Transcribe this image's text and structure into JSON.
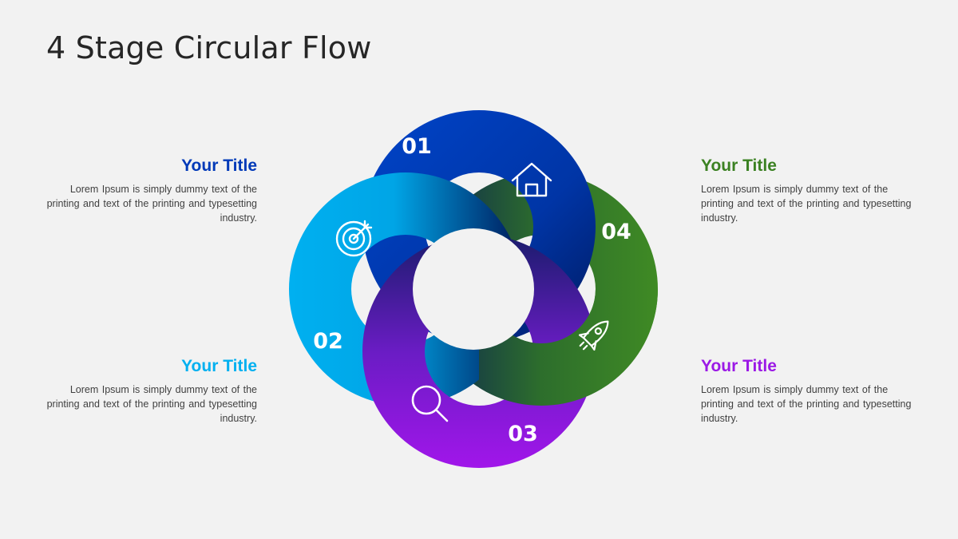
{
  "slide": {
    "title": "4 Stage Circular Flow"
  },
  "stages": [
    {
      "number": "01",
      "title": "Your Title",
      "description": "Lorem Ipsum is simply dummy text of the printing and text of the printing and typesetting industry.",
      "icon": "home-icon",
      "color": "#0039b8"
    },
    {
      "number": "02",
      "title": "Your Title",
      "description": "Lorem Ipsum is simply dummy text of the printing and text of the printing and typesetting industry.",
      "icon": "target-icon",
      "color": "#00b0f0"
    },
    {
      "number": "03",
      "title": "Your Title",
      "description": "Lorem Ipsum is simply dummy text of the printing and text of the printing and typesetting industry.",
      "icon": "search-icon",
      "color": "#9b19e6"
    },
    {
      "number": "04",
      "title": "Your Title",
      "description": "Lorem Ipsum is simply dummy text of the printing and text of the printing and typesetting industry.",
      "icon": "rocket-icon",
      "color": "#3b8122"
    }
  ]
}
